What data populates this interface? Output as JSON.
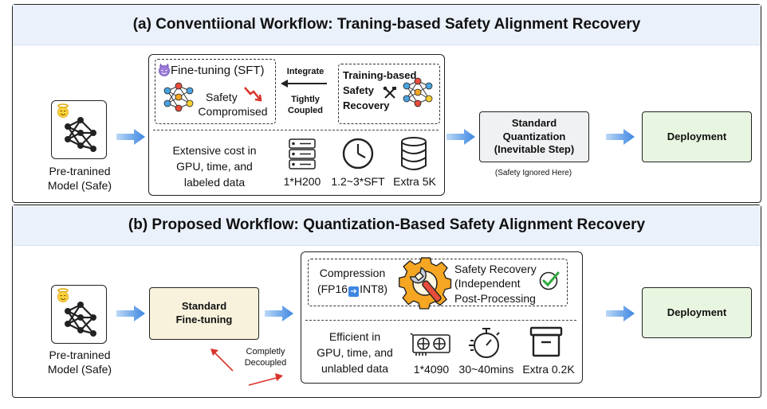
{
  "panel_a": {
    "title": "(a) Conventiional Workflow: Traning-based Safety Alignment Recovery",
    "model_label_line1": "Pre-tranined",
    "model_label_line2": "Model (Safe)",
    "finetune_label": "Fine-tuning (SFT)",
    "safety_compromised_line1": "Safety",
    "safety_compromised_line2": "Compromised",
    "integrate_label": "Integrate",
    "tightly_coupled_line1": "Tightly",
    "tightly_coupled_line2": "Coupled",
    "recovery_line1": "Training-based",
    "recovery_line2": "Safety",
    "recovery_line3": "Recovery",
    "cost_line1": "Extensive cost in",
    "cost_line2": "GPU, time, and",
    "cost_line3": "labeled data",
    "gpu_label": "1*H200",
    "time_label": "1.2~3*SFT",
    "data_label": "Extra 5K",
    "quant_line1": "Standard",
    "quant_line2": "Quantization",
    "quant_line3": "(Inevitable Step)",
    "quant_note": "(Safety Ignored Here)",
    "deploy_label": "Deployment"
  },
  "panel_b": {
    "title": "(b) Proposed Workflow: Quantization-Based Safety Alignment Recovery",
    "model_label_line1": "Pre-tranined",
    "model_label_line2": "Model (Safe)",
    "finetune_line1": "Standard",
    "finetune_line2": "Fine-tuning",
    "decoupled_line1": "Completly",
    "decoupled_line2": "Decoupled",
    "compression_line1": "Compression",
    "compression_from": "(FP16",
    "compression_to": "INT8)",
    "safety_line1": "Safety Recovery",
    "safety_line2": "(Independent",
    "safety_line3": "Post-Processing",
    "cost_line1": "Efficient in",
    "cost_line2": "GPU, time, and",
    "cost_line3": "unlabled data",
    "gpu_label": "1*4090",
    "time_label": "30~40mins",
    "data_label": "Extra 0.2K",
    "deploy_label": "Deployment"
  },
  "colors": {
    "header_bg": "#eaf1fb",
    "arrow_blue": "#4a90e2",
    "red": "#d9342b",
    "green_box": "#e8f6e1",
    "beige_box": "#f8f2dc",
    "gear_orange": "#f5a623"
  },
  "icons": [
    "angel-emoji-icon",
    "devil-emoji-icon",
    "neural-network-icon",
    "tools-icon",
    "server-icon",
    "clock-icon",
    "database-icon",
    "gear-wrench-icon",
    "check-icon",
    "gpu-card-icon",
    "stopwatch-icon",
    "storage-box-icon"
  ]
}
